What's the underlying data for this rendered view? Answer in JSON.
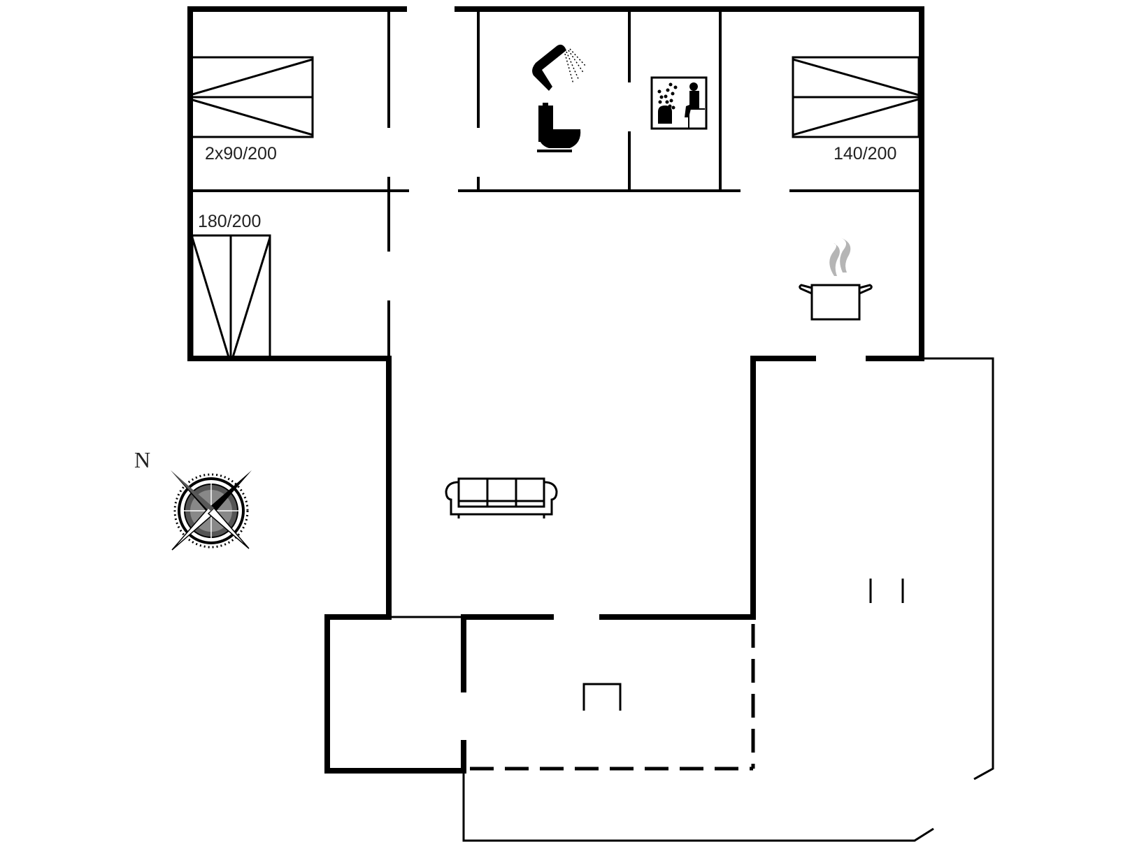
{
  "floor_plan": {
    "rooms": {
      "bedroom_1": {
        "bed_label": "2x90/200"
      },
      "bedroom_2": {
        "bed_label": "180/200"
      },
      "bedroom_3": {
        "bed_label": "140/200"
      },
      "bathroom": {
        "icons": [
          "shower-icon",
          "toilet-icon"
        ]
      },
      "sauna": {
        "icons": [
          "sauna-icon"
        ]
      },
      "kitchen": {
        "icons": [
          "cooking-pot-icon"
        ]
      },
      "living_room": {
        "icons": [
          "sofa-icon"
        ]
      },
      "annex": {
        "icons": [
          "fireplace-icon"
        ]
      },
      "terrace": {
        "icons": [
          "door-marker-icon"
        ]
      }
    },
    "compass": {
      "north_label": "N"
    },
    "colors": {
      "walls": "#000000",
      "background": "#ffffff",
      "steam": "#b5b5b5",
      "text": "#222222"
    }
  }
}
